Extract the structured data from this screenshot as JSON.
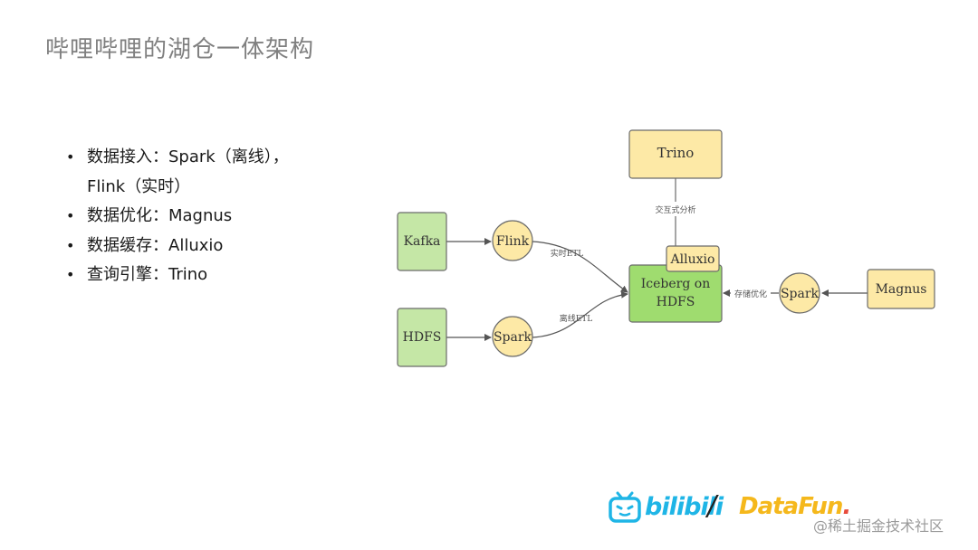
{
  "slide": {
    "title": "哔哩哔哩的湖仓一体架构",
    "bullets": [
      "数据接入：Spark（离线），",
      "Flink（实时）",
      "数据优化：Magnus",
      "数据缓存：Alluxio",
      "查询引擎：Trino"
    ]
  },
  "diagram": {
    "nodes": {
      "trino": "Trino",
      "kafka": "Kafka",
      "flink": "Flink",
      "alluxio": "Alluxio",
      "iceberg_line1": "Iceberg on",
      "iceberg_line2": "HDFS",
      "spark_right": "Spark",
      "magnus": "Magnus",
      "hdfs": "HDFS",
      "spark_left": "Spark"
    },
    "edges": {
      "interactive": "交互式分析",
      "realtime": "实时ETL",
      "offline": "离线ETL",
      "storage_opt": "存储优化"
    },
    "colors": {
      "yellow_fill": "#fde9a6",
      "green_fill": "#c5e7a6",
      "green_dark": "#9fdc6f",
      "stroke": "#6b6b6b"
    }
  },
  "footer": {
    "bilibili": "bilibili",
    "slash": "/",
    "datafun": "DataFun",
    "datafun_dot": ".",
    "watermark": "@稀土掘金技术社区"
  }
}
